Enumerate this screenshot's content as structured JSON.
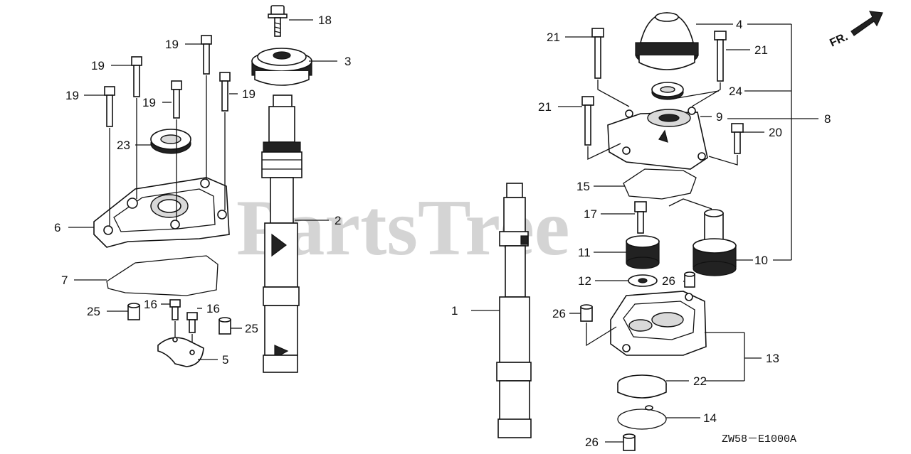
{
  "watermark": "PartsTree",
  "direction_label": "FR.",
  "diagram_code": "ZW58－E1000A",
  "callouts": {
    "c1": "1",
    "c2": "2",
    "c3": "3",
    "c4": "4",
    "c5": "5",
    "c6": "6",
    "c7": "7",
    "c8": "8",
    "c9": "9",
    "c10": "10",
    "c11": "11",
    "c12": "12",
    "c13": "13",
    "c14": "14",
    "c15": "15",
    "c16a": "16",
    "c16b": "16",
    "c17": "17",
    "c18": "18",
    "c19a": "19",
    "c19b": "19",
    "c19c": "19",
    "c19d": "19",
    "c19e": "19",
    "c20": "20",
    "c21a": "21",
    "c21b": "21",
    "c21c": "21",
    "c22": "22",
    "c23": "23",
    "c24": "24",
    "c25a": "25",
    "c25b": "25",
    "c26a": "26",
    "c26b": "26",
    "c26c": "26"
  },
  "colors": {
    "line": "#111111",
    "watermark": "#d4d4d4",
    "background": "#ffffff"
  }
}
